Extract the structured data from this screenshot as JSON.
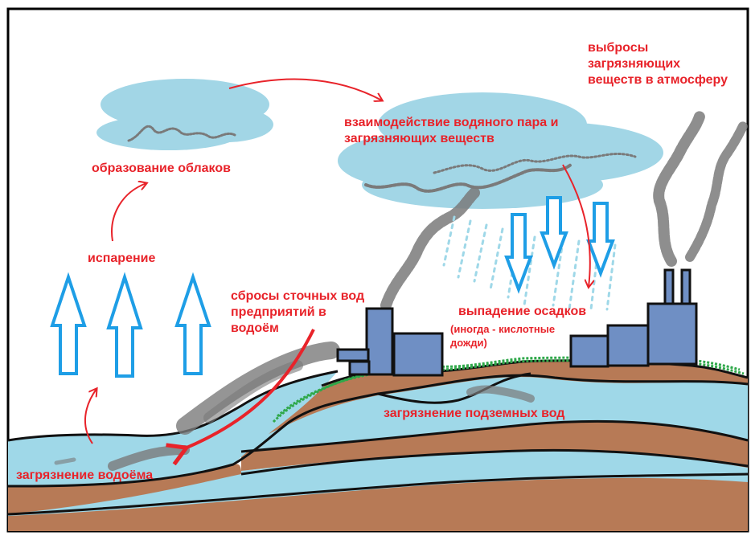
{
  "colors": {
    "label": "#e8232a",
    "water": "#9fd8e8",
    "soil": "#b77a56",
    "cloud": "#a2d6e6",
    "factory": "#6f8fc4",
    "arrow_up": "#1e9ee6",
    "pollution": "#7a7a7a",
    "grass": "#2fa84a"
  },
  "labels": {
    "emissions": "выбросы\nзагрязняющих\nвеществ в атмосферу",
    "cloud_formation": "образование облаков",
    "interaction": "взаимодействие водяного пара и\nзагрязняющих веществ",
    "evaporation": "испарение",
    "sewage": "сбросы сточных вод\nпредприятий в\nводоём",
    "precipitation": "выпадение осадков",
    "acid_rain": "(иногда - кислотные\nдожди)",
    "groundwater": "загрязнение подземных вод",
    "water_body": "загрязнение водоёма"
  }
}
